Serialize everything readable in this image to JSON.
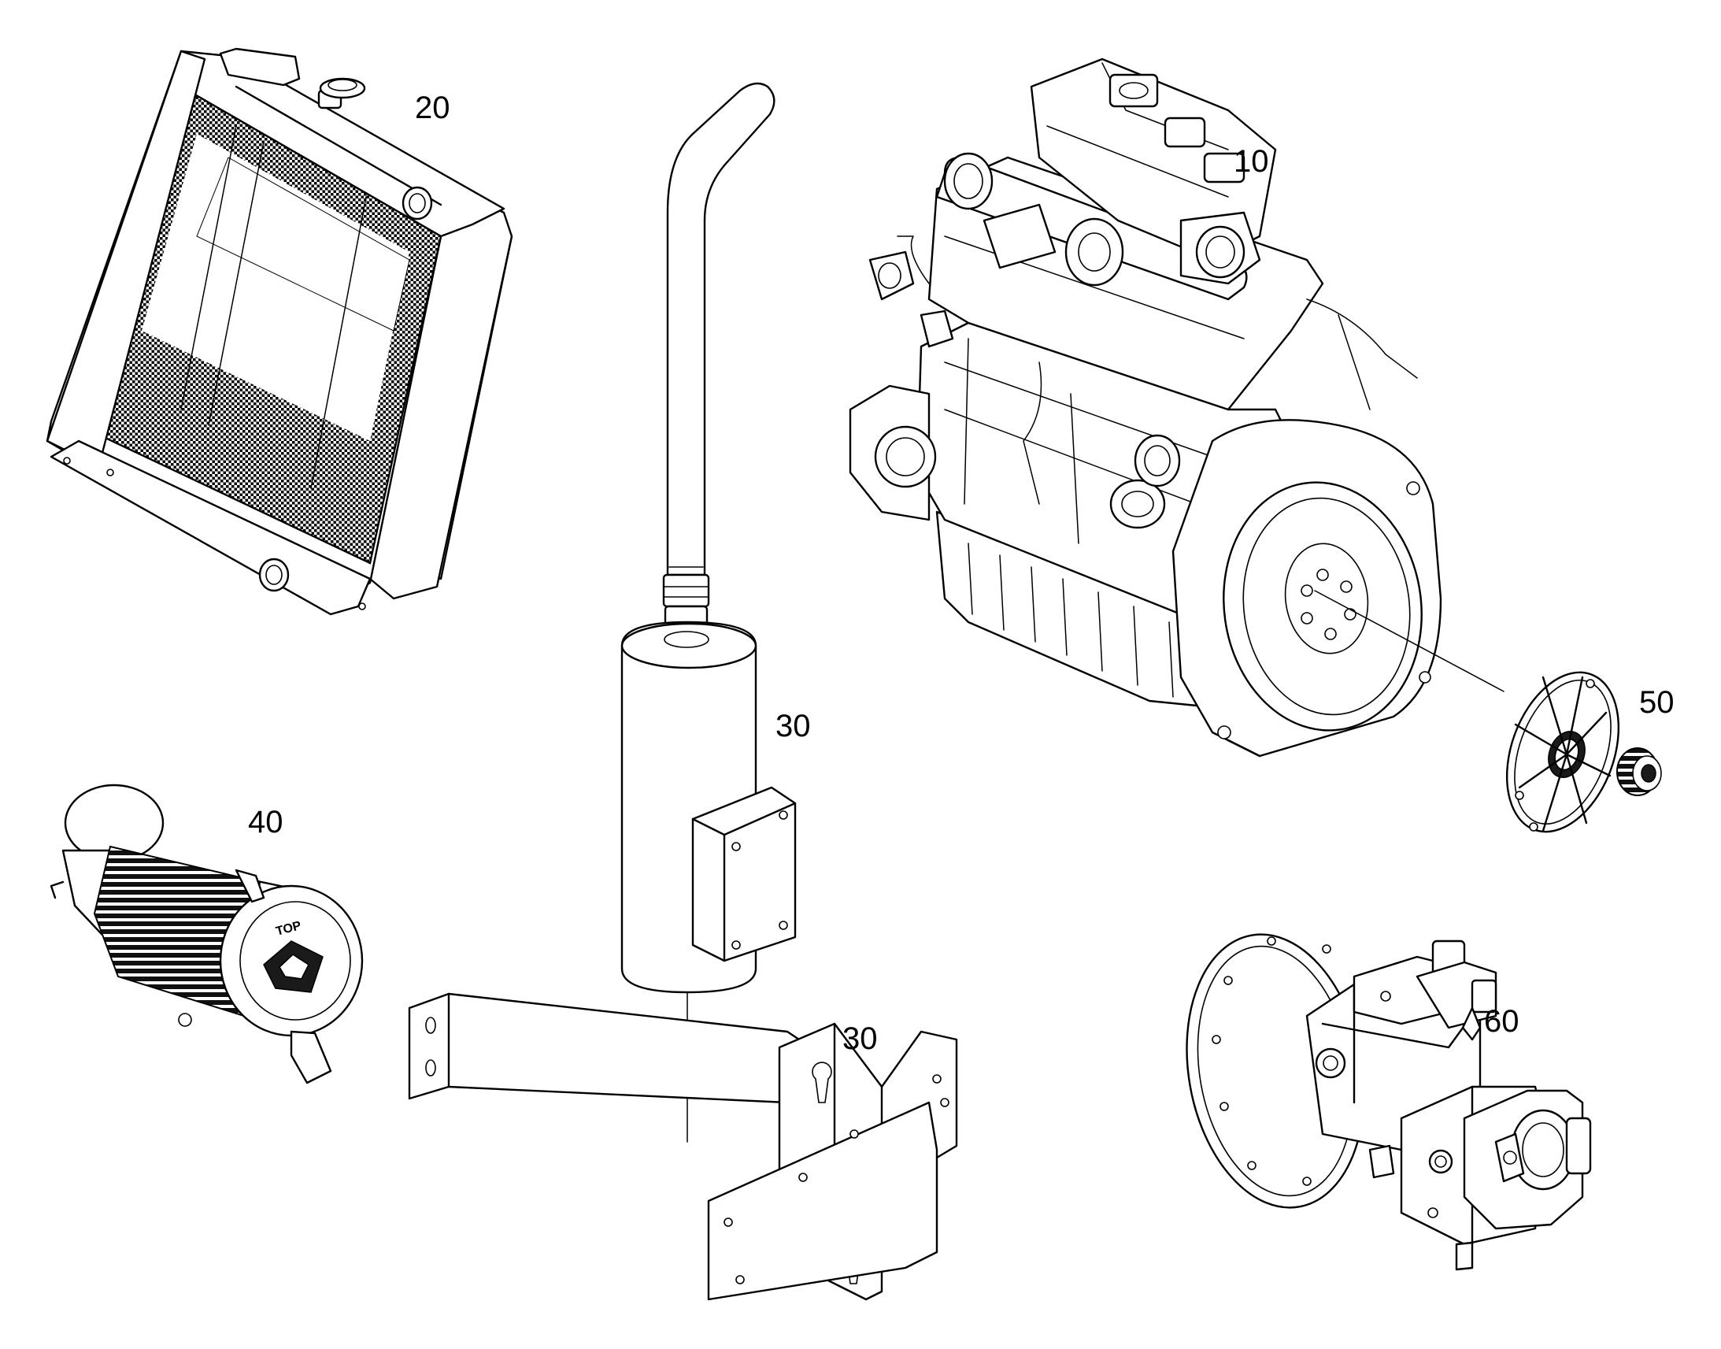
{
  "callouts": {
    "engine": "10",
    "radiator": "20",
    "muffler": "30",
    "bracket": "30",
    "air_filter": "40",
    "coupling": "50",
    "hydraulic_pump": "60"
  }
}
